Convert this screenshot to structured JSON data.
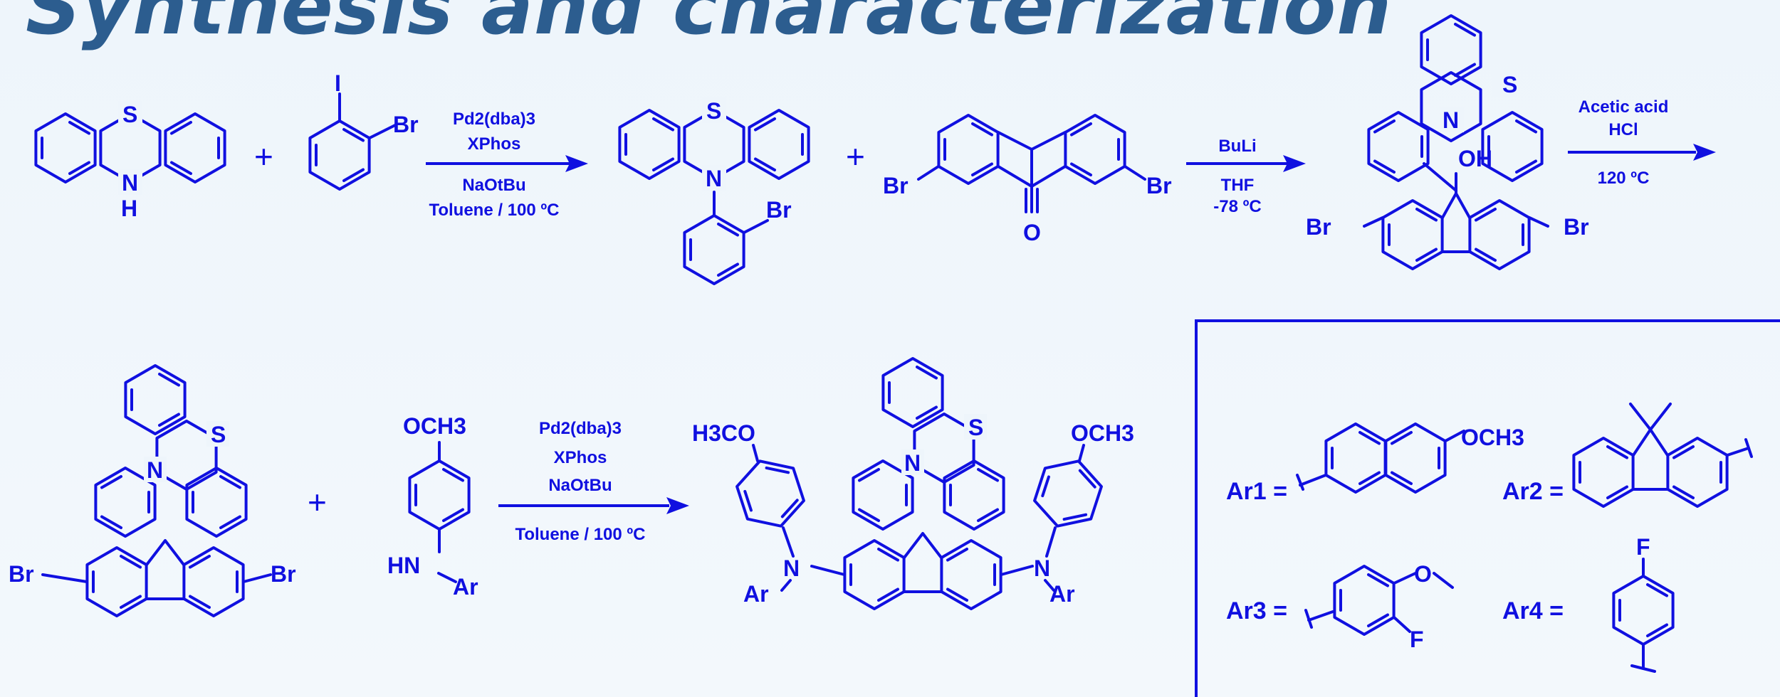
{
  "title": "Synthesis and characterization",
  "colors": {
    "title": "#2c5d8f",
    "scheme": "#1010e0",
    "background": "#eef5fb"
  },
  "atoms": {
    "S": "S",
    "N": "N",
    "H": "H",
    "I": "I",
    "Br": "Br",
    "O": "O",
    "OH": "OH",
    "OCH3": "OCH3",
    "H3CO": "H3CO",
    "HN": "HN",
    "Ar": "Ar",
    "F": "F"
  },
  "plus_sign": "+",
  "reaction_1": {
    "above": [
      "Pd2(dba)3",
      "XPhos"
    ],
    "below": [
      "NaOtBu",
      "Toluene / 100 ºC"
    ]
  },
  "reaction_2": {
    "above": [
      "BuLi"
    ],
    "below": [
      "THF",
      "-78 ºC"
    ]
  },
  "reaction_3": {
    "above": [
      "Acetic acid",
      "HCl"
    ],
    "below": [
      "120 ºC"
    ]
  },
  "reaction_4": {
    "above": [
      "Pd2(dba)3",
      "XPhos",
      "NaOtBu"
    ],
    "below": [
      "Toluene / 100 ºC"
    ]
  },
  "ar_box": {
    "labels": [
      "Ar1 =",
      "Ar2 =",
      "Ar3 =",
      "Ar4 ="
    ]
  }
}
